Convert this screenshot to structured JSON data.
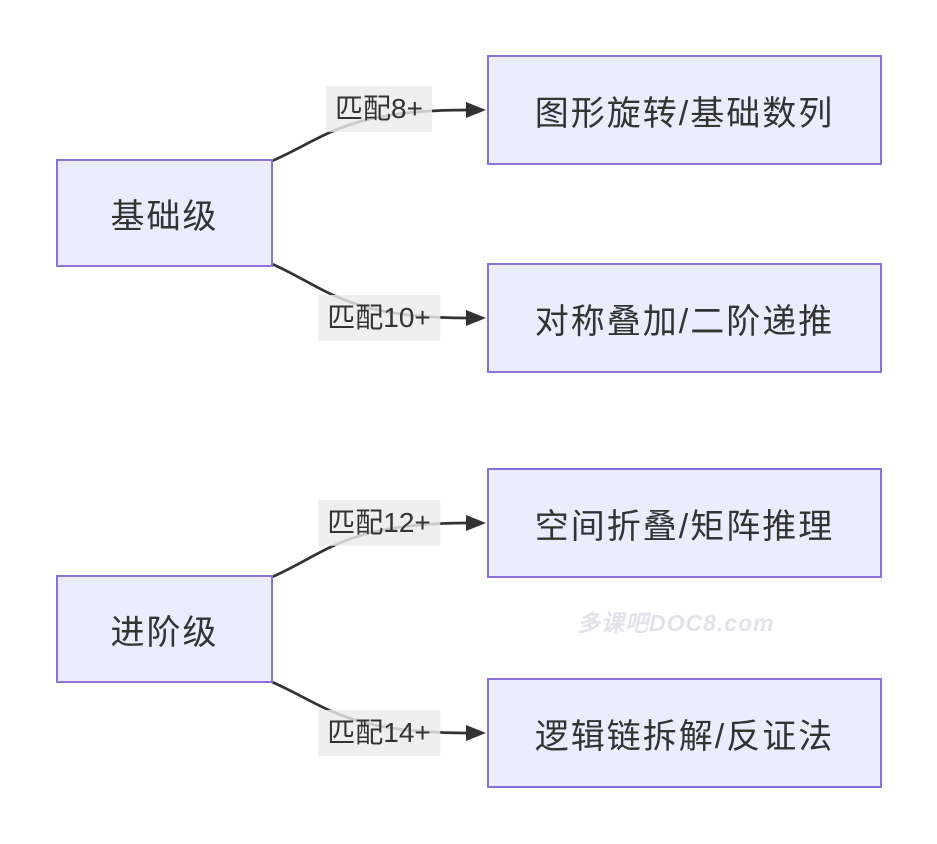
{
  "diagram": {
    "type": "flowchart",
    "colors": {
      "node_fill": "#ECECFF",
      "node_border": "#8C72D8",
      "edge": "#333333",
      "edge_label_bg": "rgba(235,235,235,0.82)",
      "text": "#333333",
      "watermark": "#E2E3E9"
    },
    "levels": [
      {
        "label": "基础级",
        "branches": [
          {
            "match": "匹配8+",
            "topic": "图形旋转/基础数列"
          },
          {
            "match": "匹配10+",
            "topic": "对称叠加/二阶递推"
          }
        ]
      },
      {
        "label": "进阶级",
        "branches": [
          {
            "match": "匹配12+",
            "topic": "空间折叠/矩阵推理"
          },
          {
            "match": "匹配14+",
            "topic": "逻辑链拆解/反证法"
          }
        ]
      }
    ],
    "watermark": "多课吧DOC8.com"
  }
}
